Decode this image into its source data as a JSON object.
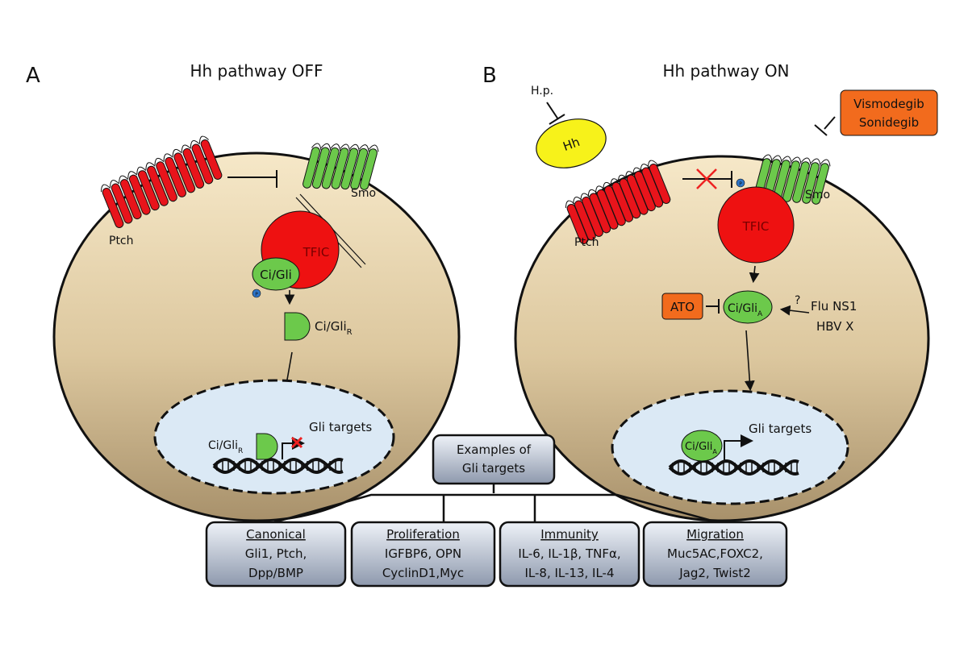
{
  "panel_a": {
    "letter": "A",
    "title": "Hh pathway OFF",
    "ptch": "Ptch",
    "smo": "Smo",
    "tfic": "TFIC",
    "cigli": "Ci/Gli",
    "phospho": "P",
    "cigli_r": "Ci/Gli",
    "cigli_r_sub": "R",
    "nuc_cigli": "Ci/Gli",
    "nuc_cigli_sub": "R",
    "gli_targets": "Gli targets"
  },
  "panel_b": {
    "letter": "B",
    "title": "Hh pathway ON",
    "hp": "H.p.",
    "hh": "Hh",
    "drugs": [
      "Vismodegib",
      "Sonidegib"
    ],
    "ptch": "Ptch",
    "smo": "Smo",
    "phospho": "P",
    "tfic": "TFIC",
    "ato": "ATO",
    "cigli_a": "Ci/Gli",
    "cigli_a_sub": "A",
    "question": "?",
    "viral1": "Flu NS1",
    "viral2": "HBV X",
    "nuc_cigli": "Ci/Gli",
    "nuc_cigli_sub": "A",
    "gli_targets": "Gli targets"
  },
  "examples": {
    "title_line1": "Examples of",
    "title_line2": "Gli targets",
    "categories": [
      {
        "heading": "Canonical",
        "line1": "Gli1, Ptch,",
        "line2": "Dpp/BMP"
      },
      {
        "heading": "Proliferation",
        "line1": "IGFBP6, OPN",
        "line2": "CyclinD1,Myc"
      },
      {
        "heading": "Immunity",
        "line1": "IL-6, IL-1β, TNFα,",
        "line2": "IL-8, IL-13, IL-4"
      },
      {
        "heading": "Migration",
        "line1": "Muc5AC,FOXC2,",
        "line2": "Jag2, Twist2"
      }
    ]
  },
  "colors": {
    "ptch": "#e8141b",
    "smo": "#6cc94b",
    "tfic": "#ee1111",
    "drug": "#f26b1d",
    "hh": "#f7f21a",
    "nucleus": "#dbe9f5",
    "inhibition_x": "#ee2222",
    "phospho": "#2e75c8"
  }
}
